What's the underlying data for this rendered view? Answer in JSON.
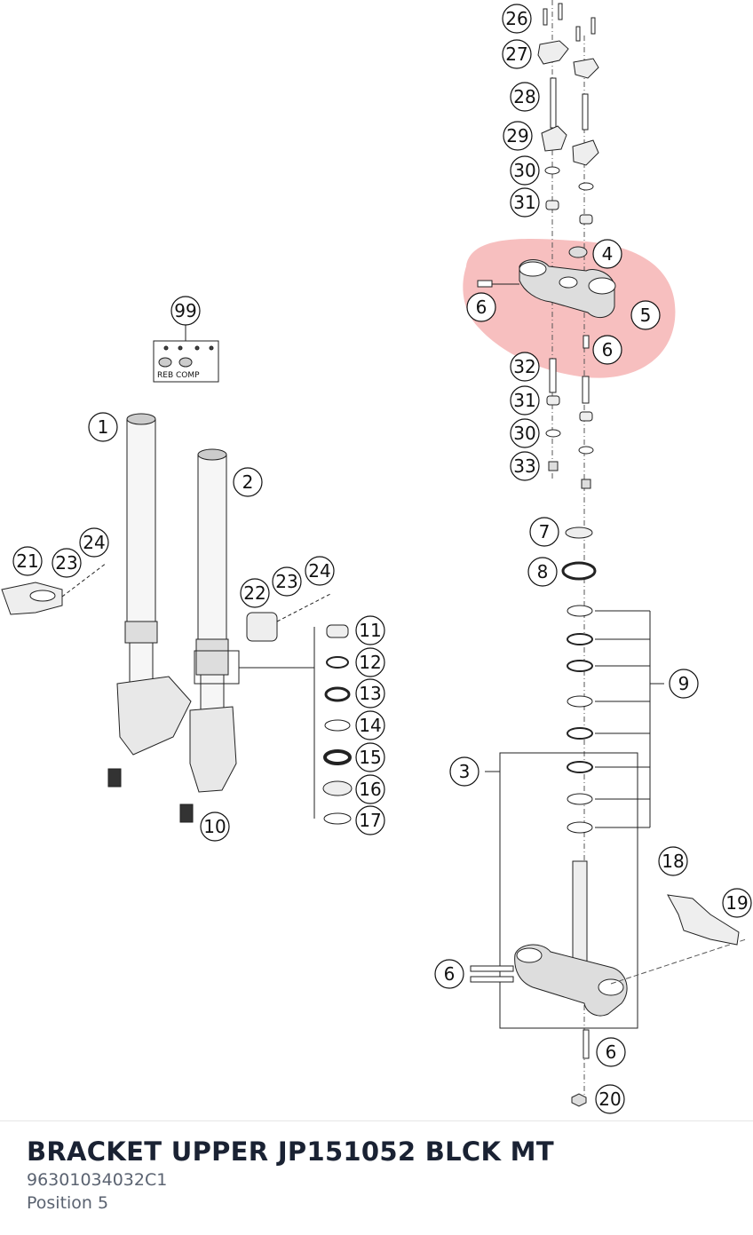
{
  "part": {
    "name": "BRACKET UPPER JP151052 BLCK MT",
    "number": "96301034032C1",
    "position": "Position 5"
  },
  "diagram": {
    "highlight_color": "#f08080",
    "adjuster_label": "REB COMP",
    "callouts": [
      "26",
      "27",
      "28",
      "29",
      "30",
      "31",
      "4",
      "6",
      "5",
      "6",
      "32",
      "31",
      "30",
      "33",
      "99",
      "1",
      "2",
      "7",
      "8",
      "9",
      "24",
      "21",
      "23",
      "24",
      "22",
      "23",
      "11",
      "12",
      "13",
      "14",
      "15",
      "16",
      "17",
      "10",
      "3",
      "18",
      "19",
      "6",
      "6",
      "20"
    ]
  }
}
